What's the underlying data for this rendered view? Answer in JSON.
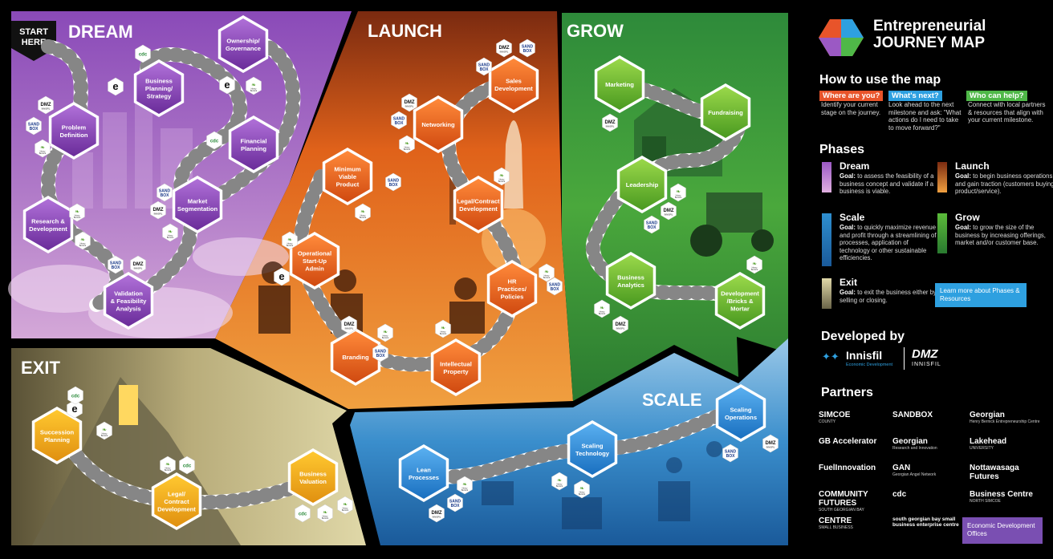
{
  "board": {
    "start_label_1": "START",
    "start_label_2": "HERE",
    "regions": [
      {
        "key": "dream",
        "label": "DREAM"
      },
      {
        "key": "launch",
        "label": "LAUNCH"
      },
      {
        "key": "grow",
        "label": "GROW"
      },
      {
        "key": "exit",
        "label": "EXIT"
      },
      {
        "key": "scale",
        "label": "SCALE"
      }
    ],
    "milestones": {
      "problem_definition": [
        "Problem",
        "Definition"
      ],
      "research_development": [
        "Research &",
        "Development"
      ],
      "validation": [
        "Validation",
        "& Feasibility",
        "Analysis"
      ],
      "market_segmentation": [
        "Market",
        "Segmentation"
      ],
      "financial_planning": [
        "Financial",
        "Planning"
      ],
      "business_planning": [
        "Business",
        "Planning/",
        "Strategy"
      ],
      "ownership": [
        "Ownership/",
        "Governance"
      ],
      "sales_development": [
        "Sales",
        "Development"
      ],
      "networking": [
        "Networking"
      ],
      "mvp": [
        "Minimum",
        "Viable",
        "Product"
      ],
      "legal_launch": [
        "Legal/Contract",
        "Development"
      ],
      "operational": [
        "Operational",
        "Start-Up",
        "Admin"
      ],
      "hr": [
        "HR",
        "Practices/",
        "Policies"
      ],
      "branding": [
        "Branding"
      ],
      "ip": [
        "Intellectual",
        "Property"
      ],
      "marketing": [
        "Marketing"
      ],
      "fundraising": [
        "Fundraising"
      ],
      "leadership": [
        "Leadership"
      ],
      "business_analytics": [
        "Business",
        "Analytics"
      ],
      "development_bricks": [
        "Development",
        "/Bricks &",
        "Mortar"
      ],
      "succession": [
        "Succession",
        "Planning"
      ],
      "legal_exit": [
        "Legal/",
        "Contract",
        "Development"
      ],
      "business_valuation": [
        "Business",
        "Valuation"
      ],
      "lean": [
        "Lean",
        "Processes"
      ],
      "scaling_tech": [
        "Scaling",
        "Technology"
      ],
      "scaling_ops": [
        "Scaling",
        "Operations"
      ]
    },
    "partner_badge": {
      "dmz_top": "DMZ",
      "dmz_bottom": "INNISFIL",
      "sandbox_top": "SAND",
      "sandbox_bottom": "BOX",
      "cdc": "cdc",
      "e": "e",
      "henry_top": "Henry",
      "henry_bottom": "Bernick"
    }
  },
  "panel": {
    "title_line1": "Entrepreneurial",
    "title_line2": "JOURNEY MAP",
    "how_heading": "How to use the map",
    "steps": [
      {
        "label": "Where are you?",
        "color": "#e8542a",
        "desc": "Identify your current stage on the journey."
      },
      {
        "label": "What's next?",
        "color": "#2ea0e0",
        "desc": "Look ahead to the next milestone and ask: \"What actions do I need to take to move forward?\""
      },
      {
        "label": "Who can help?",
        "color": "#4fb848",
        "desc": "Connect with local partners & resources that align with your current milestone."
      }
    ],
    "phases_heading": "Phases",
    "phases": [
      {
        "name": "Dream",
        "goal_label": "Goal:",
        "goal": "to assess the feasibility of a business concept and validate if a business is viable.",
        "color": "#9b59c4"
      },
      {
        "name": "Launch",
        "goal_label": "Goal:",
        "goal": "to begin business operations and gain traction (customers buying product/service).",
        "color": "#e8621f"
      },
      {
        "name": "Scale",
        "goal_label": "Goal:",
        "goal": "to quickly maximize revenue and profit through a streamlining of processes, application of technology or other sustainable efficiencies.",
        "color": "#2e8fd0"
      },
      {
        "name": "Grow",
        "goal_label": "Goal:",
        "goal": "to grow the size of the business by increasing offerings, market and/or customer base.",
        "color": "#5bbb3a"
      },
      {
        "name": "Exit",
        "goal_label": "Goal:",
        "goal": "to exit the business either by selling or closing.",
        "color": "#d8c88a"
      }
    ],
    "learn_more": "Learn more about Phases & Resources",
    "developed_heading": "Developed by",
    "dev_innisfil": "Innisfil",
    "dev_innisfil_sub": "Economic Development",
    "dev_dmz": "DMZ",
    "dev_dmz_sub": "INNISFIL",
    "partners_heading": "Partners",
    "partners": [
      {
        "name": "SIMCOE",
        "sub": "COUNTY"
      },
      {
        "name": "SANDBOX",
        "sub": ""
      },
      {
        "name": "Georgian",
        "sub": "Henry Bernick Entrepreneurship Centre"
      },
      {
        "name": "GB Accelerator",
        "sub": ""
      },
      {
        "name": "Georgian",
        "sub": "Research and Innovation"
      },
      {
        "name": "Lakehead",
        "sub": "UNIVERSITY"
      },
      {
        "name": "FuelInnovation",
        "sub": ""
      },
      {
        "name": "GAN",
        "sub": "Georgian Angel Network"
      },
      {
        "name": "Nottawasaga Futures",
        "sub": ""
      },
      {
        "name": "COMMUNITY FUTURES",
        "sub": "SOUTH GEORGIAN BAY"
      },
      {
        "name": "cdc",
        "sub": ""
      },
      {
        "name": "Business Centre",
        "sub": "NORTH SIMCOE"
      },
      {
        "name": "CENTRE",
        "sub": "SMALL BUSINESS"
      },
      {
        "name": "south georgian bay small business enterprise centre",
        "sub": ""
      }
    ],
    "edo_label": "Economic Development Offices"
  }
}
